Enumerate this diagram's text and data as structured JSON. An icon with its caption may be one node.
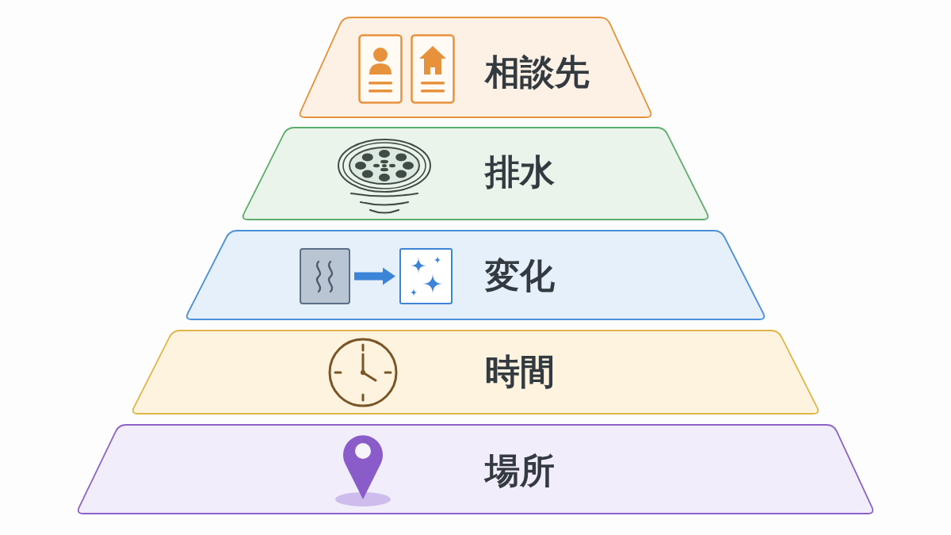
{
  "diagram": {
    "nodes": [
      {
        "text": [
          "相談先"
        ]
      },
      {
        "text": [
          "排水"
        ]
      },
      {
        "text": [
          "変化"
        ]
      },
      {
        "text": [],
        "shape": "picture",
        "in": 2
      },
      {
        "text": [],
        "shape": "picture",
        "in": 2
      },
      {
        "text": [
          "時間"
        ]
      },
      {
        "text": [
          "場所"
        ]
      }
    ],
    "edges": [
      {
        "from": 3,
        "to": 4,
        "arrow": "to"
      }
    ]
  }
}
